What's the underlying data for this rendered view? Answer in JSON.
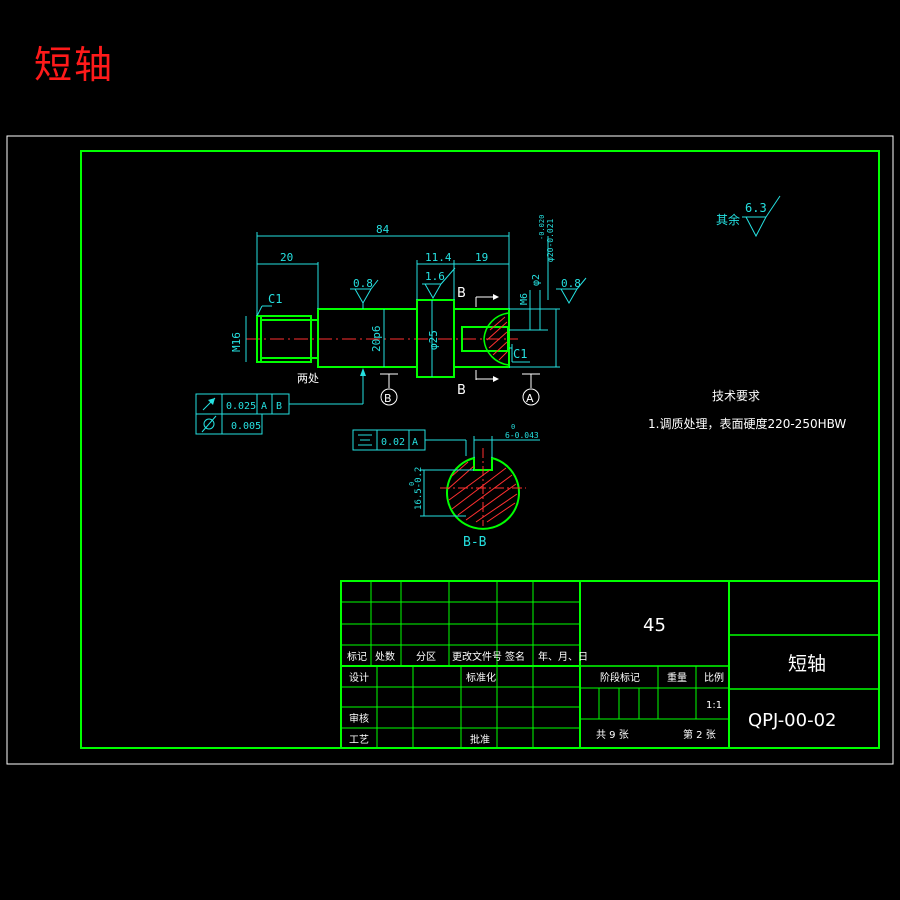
{
  "title": "短轴",
  "colors": {
    "outline": "#00ff00",
    "dimension": "#25e0e0",
    "text": "#ffffff",
    "title": "#ff1a1a",
    "centerline": "#ff3030"
  },
  "roughness": {
    "general_prefix": "其余",
    "general_value": "6.3",
    "shaft_left": "0.8",
    "keyway": "1.6",
    "right_face": "0.8"
  },
  "dimensions": {
    "overall_length": "84",
    "left_length": "20",
    "shoulder_width": "11.4",
    "right_length": "19",
    "left_thread": "M16",
    "shaft_fit": "20p6",
    "shoulder_dia": "φ25",
    "right_dia": "φ20-0.021",
    "right_dia_tol": "-0.020",
    "hole_dia": "φ2",
    "right_thread": "M6",
    "chamfer_left": "C1",
    "chamfer_right": "C1",
    "two_places": "两处",
    "key_width": "6-0.043",
    "key_width_tol": "0",
    "key_depth": "16.5-0.2",
    "key_depth_tol": "0"
  },
  "section": {
    "mark": "B",
    "name": "B-B"
  },
  "datums": {
    "a": "A",
    "b": "B"
  },
  "tolerances": {
    "runout_value": "0.025",
    "runout_ref_a": "A",
    "runout_ref_b": "B",
    "cylindricity_value": "0.005",
    "symmetry_value": "0.02",
    "symmetry_ref": "A"
  },
  "tech_requirements": {
    "heading": "技术要求",
    "item1": "1.调质处理，表面硬度220-250HBW"
  },
  "title_block": {
    "material": "45",
    "part_name": "短轴",
    "drawing_no": "QPJ-00-02",
    "hdr_mark": "标记",
    "hdr_count": "处数",
    "hdr_zone": "分区",
    "hdr_change_doc": "更改文件号",
    "hdr_sign": "签名",
    "hdr_date": "年、月、日",
    "design": "设计",
    "standardize": "标准化",
    "review": "审核",
    "process": "工艺",
    "approve": "批准",
    "stage_mark": "阶段标记",
    "weight": "重量",
    "scale_label": "比例",
    "scale": "1:1",
    "total_sheets": "共 9 张",
    "sheet_no": "第 2 张"
  }
}
